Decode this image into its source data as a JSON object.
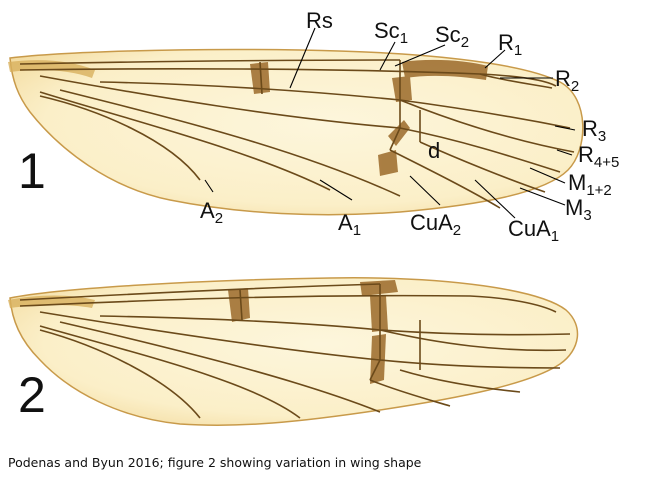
{
  "figure": {
    "panels": [
      {
        "number": "1",
        "vein_labels": [
          {
            "id": "rs",
            "base": "Rs",
            "sub": ""
          },
          {
            "id": "sc1",
            "base": "Sc",
            "sub": "1"
          },
          {
            "id": "sc2",
            "base": "Sc",
            "sub": "2"
          },
          {
            "id": "r1",
            "base": "R",
            "sub": "1"
          },
          {
            "id": "r2",
            "base": "R",
            "sub": "2"
          },
          {
            "id": "r3",
            "base": "R",
            "sub": "3"
          },
          {
            "id": "r45",
            "base": "R",
            "sub": "4+5"
          },
          {
            "id": "m12",
            "base": "M",
            "sub": "1+2"
          },
          {
            "id": "m3",
            "base": "M",
            "sub": "3"
          },
          {
            "id": "d",
            "base": "d",
            "sub": ""
          },
          {
            "id": "a2",
            "base": "A",
            "sub": "2"
          },
          {
            "id": "a1",
            "base": "A",
            "sub": "1"
          },
          {
            "id": "cua2",
            "base": "CuA",
            "sub": "2"
          },
          {
            "id": "cua1",
            "base": "CuA",
            "sub": "1"
          }
        ]
      },
      {
        "number": "2",
        "vein_labels": []
      }
    ],
    "caption": "Podenas and Byun 2016; figure 2 showing variation in wing shape",
    "colors": {
      "membrane": "#fbefc8",
      "membrane_edge": "#e9c67a",
      "vein": "#6b4a1a",
      "stigma": "#9b6a2a",
      "leader_line": "#000000"
    }
  }
}
